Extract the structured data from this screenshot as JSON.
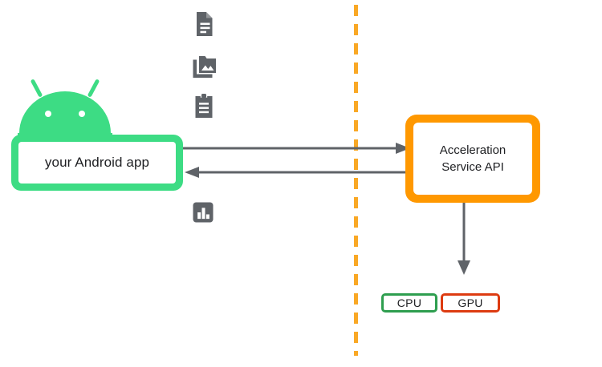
{
  "diagram": {
    "title": "Android app to Acceleration Service API flow",
    "colors": {
      "android_green": "#3ddc84",
      "api_orange": "#ff9800",
      "divider_orange": "#f9a825",
      "arrow_gray": "#5f6368",
      "icon_gray": "#5f6368",
      "cpu_green": "#2e9e4f",
      "gpu_red": "#dd3b11",
      "text_dark": "#202124",
      "background": "#ffffff"
    },
    "client_side": {
      "robot_icon": "android-robot-icon",
      "app_box": {
        "label": "your Android app"
      },
      "assets": [
        {
          "icon": "document-icon",
          "name": "document"
        },
        {
          "icon": "images-icon",
          "name": "images"
        },
        {
          "icon": "clipboard-icon",
          "name": "clipboard"
        },
        {
          "icon": "bar-chart-icon",
          "name": "bar-chart"
        }
      ]
    },
    "divider": {
      "style": "dashed",
      "orientation": "vertical"
    },
    "service_side": {
      "api_box": {
        "line1": "Acceleration",
        "line2": "Service API"
      },
      "processors": [
        {
          "label": "CPU",
          "accent": "#2e9e4f"
        },
        {
          "label": "GPU",
          "accent": "#dd3b11"
        }
      ]
    },
    "connectors": [
      {
        "name": "request-arrow",
        "direction": "right"
      },
      {
        "name": "response-arrow",
        "direction": "left"
      },
      {
        "name": "delegate-arrow",
        "direction": "down"
      }
    ]
  }
}
